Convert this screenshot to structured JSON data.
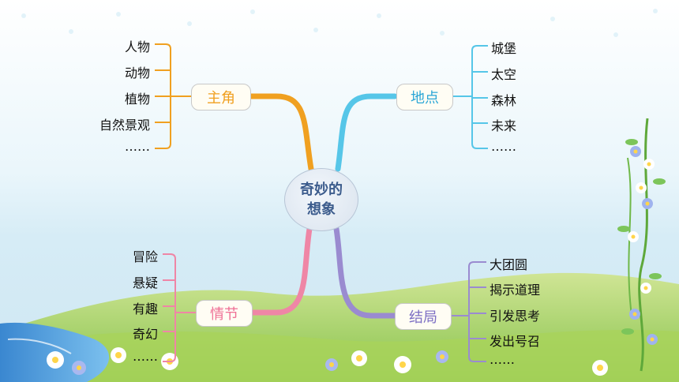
{
  "center": {
    "line1": "奇妙的",
    "line2": "想象"
  },
  "branches": {
    "characters": {
      "label": "主角",
      "color": "#f0a020",
      "items": [
        "人物",
        "动物",
        "植物",
        "自然景观",
        "……"
      ]
    },
    "places": {
      "label": "地点",
      "color": "#56c6e8",
      "items": [
        "城堡",
        "太空",
        "森林",
        "未来",
        "……"
      ]
    },
    "plot": {
      "label": "情节",
      "color": "#ef86a6",
      "items": [
        "冒险",
        "悬疑",
        "有趣",
        "奇幻",
        "……"
      ]
    },
    "ending": {
      "label": "结局",
      "color": "#9a8bd0",
      "items": [
        "大团圆",
        "揭示道理",
        "引发思考",
        "发出号召",
        "……"
      ]
    }
  }
}
